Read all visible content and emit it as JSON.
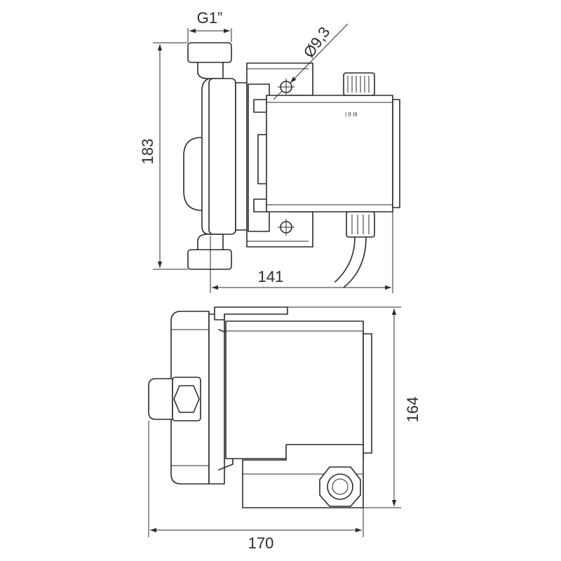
{
  "labels": {
    "thread": "G1”",
    "hole_diameter": "Ø9,3",
    "height_side": "183",
    "depth_side": "141",
    "width_top": "170",
    "height_top": "164",
    "speed_marks": "I  II  III"
  }
}
